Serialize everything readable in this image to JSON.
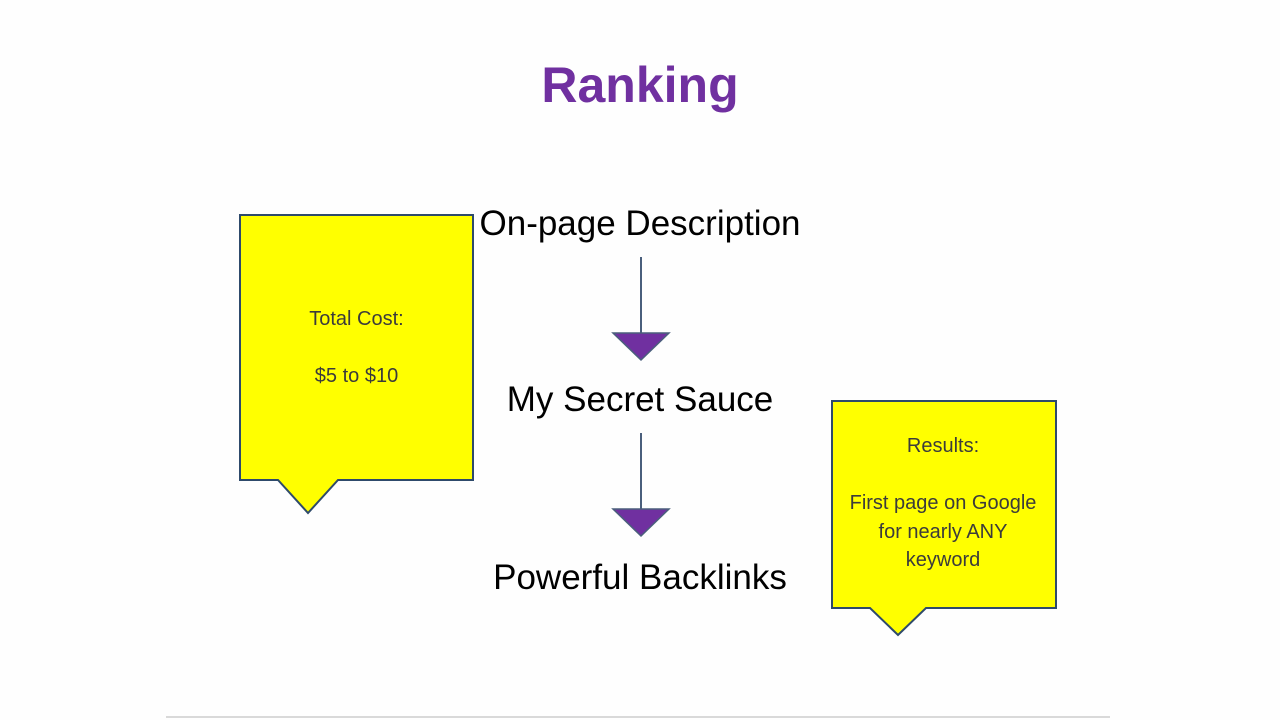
{
  "slide": {
    "title": "Ranking",
    "steps": [
      "On-page Description",
      "My Secret Sauce",
      "Powerful Backlinks"
    ]
  },
  "callouts": {
    "cost": {
      "heading": "Total Cost:",
      "value": "$5 to $10"
    },
    "results": {
      "heading": "Results:",
      "line1": "First page on Google",
      "line2": "for nearly ANY",
      "line3": "keyword"
    }
  },
  "colors": {
    "title": "#7030a0",
    "callout_fill": "#ffff00",
    "callout_border": "#2e4a6b",
    "arrow_line": "#4a5f7c",
    "arrow_head": "#7030a0"
  }
}
